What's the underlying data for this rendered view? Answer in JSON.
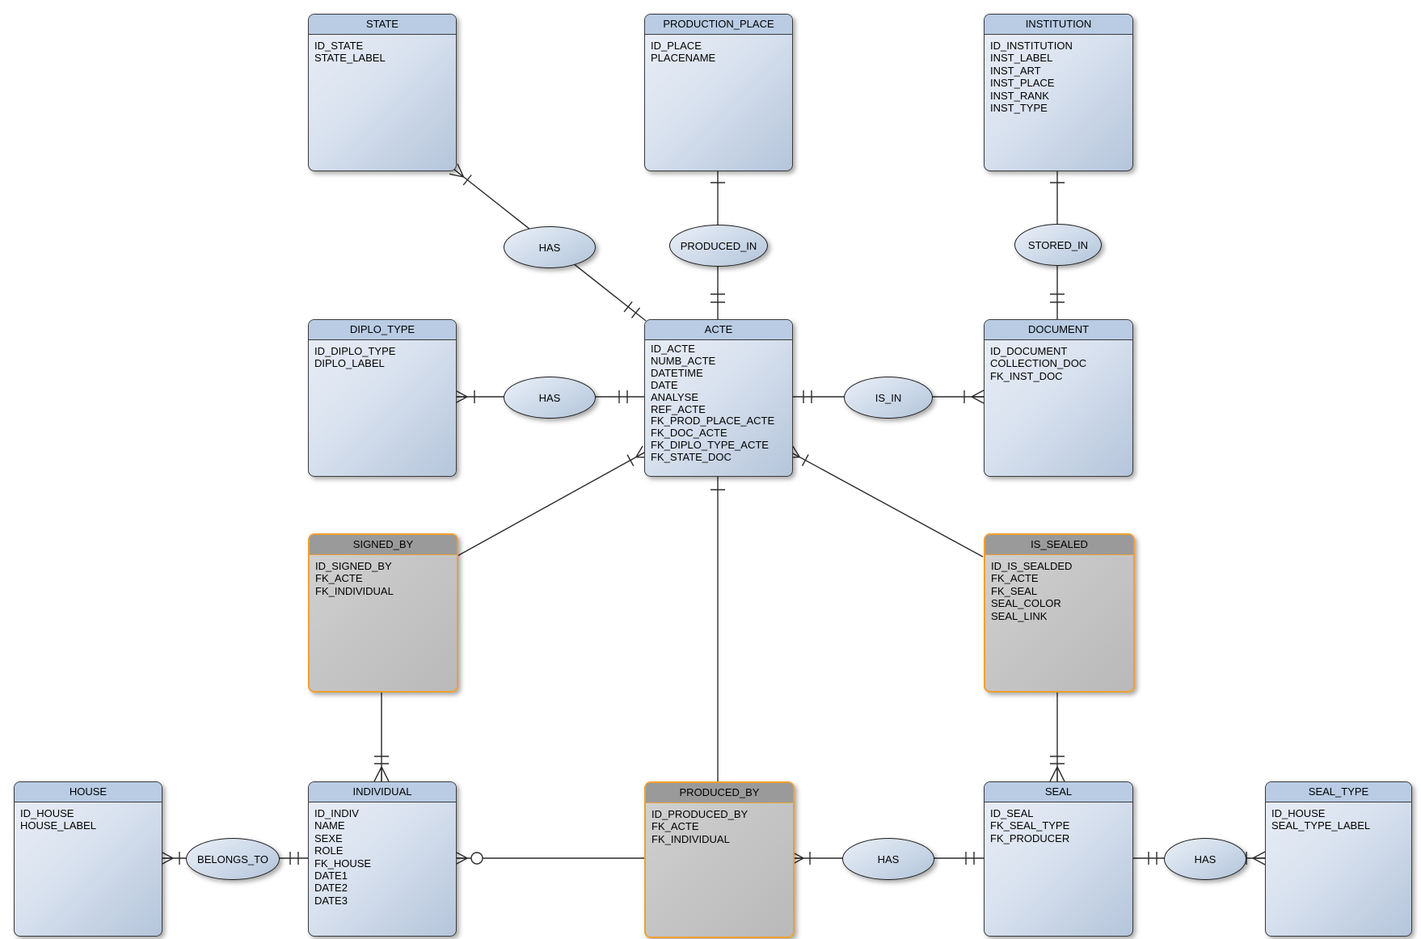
{
  "diagram_type": "entity-relationship",
  "colors": {
    "entity_header_blue": "#b9cce4",
    "entity_body_blue_light": "#eaeff7",
    "entity_body_blue_dark": "#b5c5db",
    "assoc_border_orange": "#f0a030",
    "assoc_header_gray": "#9a9a9a",
    "assoc_body_gray": "#c6c6c6",
    "connector_line": "#2b2b2b"
  },
  "entities": [
    {
      "title": "STATE",
      "kind": "entity",
      "fields": [
        "ID_STATE",
        "STATE_LABEL"
      ]
    },
    {
      "title": "PRODUCTION_PLACE",
      "kind": "entity",
      "fields": [
        "ID_PLACE",
        "PLACENAME"
      ]
    },
    {
      "title": "INSTITUTION",
      "kind": "entity",
      "fields": [
        "ID_INSTITUTION",
        "INST_LABEL",
        "INST_ART",
        "INST_PLACE",
        "INST_RANK",
        "INST_TYPE"
      ]
    },
    {
      "title": "DIPLO_TYPE",
      "kind": "entity",
      "fields": [
        "ID_DIPLO_TYPE",
        "DIPLO_LABEL"
      ]
    },
    {
      "title": "ACTE",
      "kind": "entity",
      "fields": [
        "ID_ACTE",
        "NUMB_ACTE",
        "DATETIME",
        "DATE",
        "ANALYSE",
        "REF_ACTE",
        "FK_PROD_PLACE_ACTE",
        "FK_DOC_ACTE",
        "FK_DIPLO_TYPE_ACTE",
        "FK_STATE_DOC"
      ]
    },
    {
      "title": "DOCUMENT",
      "kind": "entity",
      "fields": [
        "ID_DOCUMENT",
        "COLLECTION_DOC",
        "FK_INST_DOC"
      ]
    },
    {
      "title": "SIGNED_BY",
      "kind": "associative",
      "fields": [
        "ID_SIGNED_BY",
        "FK_ACTE",
        "FK_INDIVIDUAL"
      ]
    },
    {
      "title": "IS_SEALED",
      "kind": "associative",
      "fields": [
        "ID_IS_SEALDED",
        "FK_ACTE",
        "FK_SEAL",
        "SEAL_COLOR",
        "SEAL_LINK"
      ]
    },
    {
      "title": "HOUSE",
      "kind": "entity",
      "fields": [
        "ID_HOUSE",
        "HOUSE_LABEL"
      ]
    },
    {
      "title": "INDIVIDUAL",
      "kind": "entity",
      "fields": [
        "ID_INDIV",
        "NAME",
        "SEXE",
        "ROLE",
        "FK_HOUSE",
        "DATE1",
        "DATE2",
        "DATE3"
      ]
    },
    {
      "title": "PRODUCED_BY",
      "kind": "associative",
      "fields": [
        "ID_PRODUCED_BY",
        "FK_ACTE",
        "FK_INDIVIDUAL"
      ]
    },
    {
      "title": "SEAL",
      "kind": "entity",
      "fields": [
        "ID_SEAL",
        "FK_SEAL_TYPE",
        "FK_PRODUCER"
      ]
    },
    {
      "title": "SEAL_TYPE",
      "kind": "entity",
      "fields": [
        "ID_HOUSE",
        "SEAL_TYPE_LABEL"
      ]
    }
  ],
  "relationships": [
    {
      "label": "HAS",
      "from": "STATE",
      "to": "ACTE",
      "from_marker": "crow-foot-with-tick",
      "to_marker": "double-tick"
    },
    {
      "label": "PRODUCED_IN",
      "from": "PRODUCTION_PLACE",
      "to": "ACTE",
      "from_marker": "single-tick",
      "to_marker": "double-tick"
    },
    {
      "label": "STORED_IN",
      "from": "INSTITUTION",
      "to": "DOCUMENT",
      "from_marker": "single-tick",
      "to_marker": "double-tick"
    },
    {
      "label": "HAS",
      "from": "DIPLO_TYPE",
      "to": "ACTE",
      "from_marker": "crow-foot-with-tick",
      "to_marker": "double-tick"
    },
    {
      "label": "IS_IN",
      "from": "ACTE",
      "to": "DOCUMENT",
      "from_marker": "double-tick",
      "to_marker": "crow-foot-with-tick"
    },
    {
      "label": "BELONGS_TO",
      "from": "HOUSE",
      "to": "INDIVIDUAL",
      "from_marker": "crow-foot-with-tick",
      "to_marker": "double-tick"
    },
    {
      "label": "HAS",
      "from": "PRODUCED_BY",
      "to": "SEAL",
      "from_marker": "crow-foot-with-tick",
      "to_marker": "double-tick"
    },
    {
      "label": "HAS",
      "from": "SEAL",
      "to": "SEAL_TYPE",
      "from_marker": "double-tick",
      "to_marker": "crow-foot-with-tick"
    }
  ],
  "connections_unlabeled": [
    {
      "from": "ACTE",
      "to": "SIGNED_BY",
      "from_marker": "crow-foot-with-tick",
      "to_marker": "none"
    },
    {
      "from": "ACTE",
      "to": "PRODUCED_BY",
      "from_marker": "single-tick",
      "to_marker": "none"
    },
    {
      "from": "ACTE",
      "to": "IS_SEALED",
      "from_marker": "crow-foot-with-tick",
      "to_marker": "none"
    },
    {
      "from": "SIGNED_BY",
      "to": "INDIVIDUAL",
      "from_marker": "none",
      "to_marker": "double-tick-crow-foot"
    },
    {
      "from": "IS_SEALED",
      "to": "SEAL",
      "from_marker": "none",
      "to_marker": "double-tick-crow-foot"
    }
  ]
}
